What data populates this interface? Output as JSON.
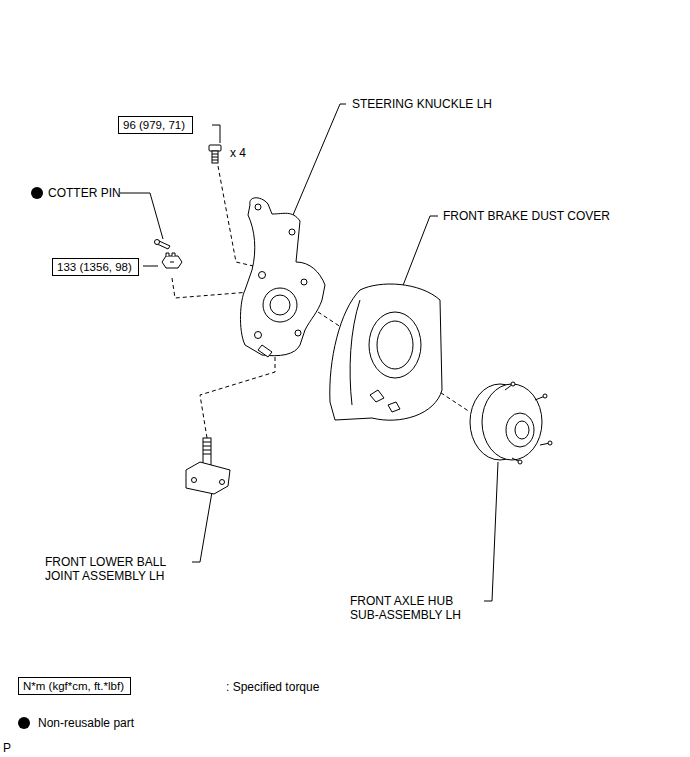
{
  "diagram": {
    "nodes": [
      {
        "text": [
          "96 (979, 71)"
        ]
      },
      {
        "text": [
          "133 (1356, 98)"
        ]
      },
      {
        "text": [
          "N*m (kgf*cm, ft.*lbf)"
        ]
      }
    ],
    "labels": [
      "STEERING KNUCKLE LH",
      "x 4",
      "COTTER PIN",
      "FRONT BRAKE DUST COVER",
      "FRONT LOWER BALL JOINT ASSEMBLY LH",
      "FRONT AXLE HUB SUB-ASSEMBLY LH",
      "P"
    ],
    "legend": [
      {
        "text": ": Specified torque"
      },
      {
        "text": "Non-reusable part",
        "color": "#000000"
      }
    ]
  }
}
